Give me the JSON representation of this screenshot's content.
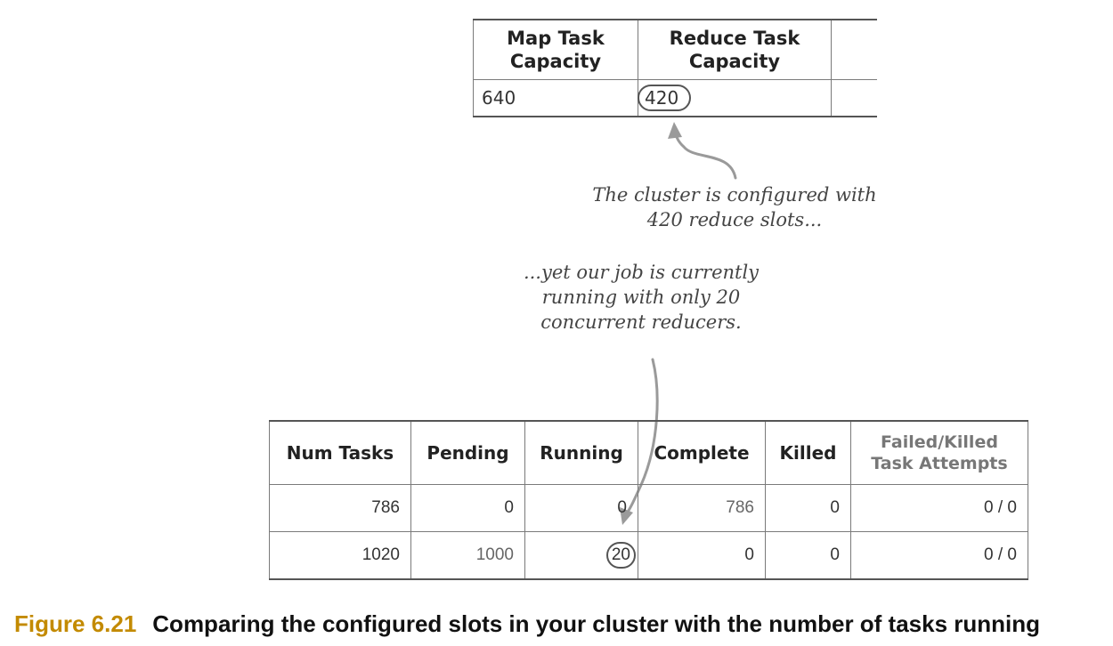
{
  "capacity_table": {
    "headers": [
      "Map Task\nCapacity",
      "Reduce Task\nCapacity"
    ],
    "values": [
      "640",
      "420"
    ]
  },
  "annotations": {
    "cluster_note": "The cluster is configured with\n420 reduce slots...",
    "job_note": "...yet our job is currently\nrunning with only 20\nconcurrent reducers."
  },
  "task_table": {
    "headers": [
      "Num Tasks",
      "Pending",
      "Running",
      "Complete",
      "Killed",
      "Failed/Killed\nTask Attempts"
    ],
    "rows": [
      [
        "786",
        "0",
        "0",
        "786",
        "0",
        "0 / 0"
      ],
      [
        "1020",
        "1000",
        "20",
        "0",
        "0",
        "0 / 0"
      ]
    ]
  },
  "caption": {
    "label": "Figure 6.21",
    "text": "Comparing the configured slots in your cluster with the number of tasks running"
  },
  "colors": {
    "figure_label": "#c38a00",
    "annotation": "#444444",
    "arrow": "#9a9a9a"
  }
}
